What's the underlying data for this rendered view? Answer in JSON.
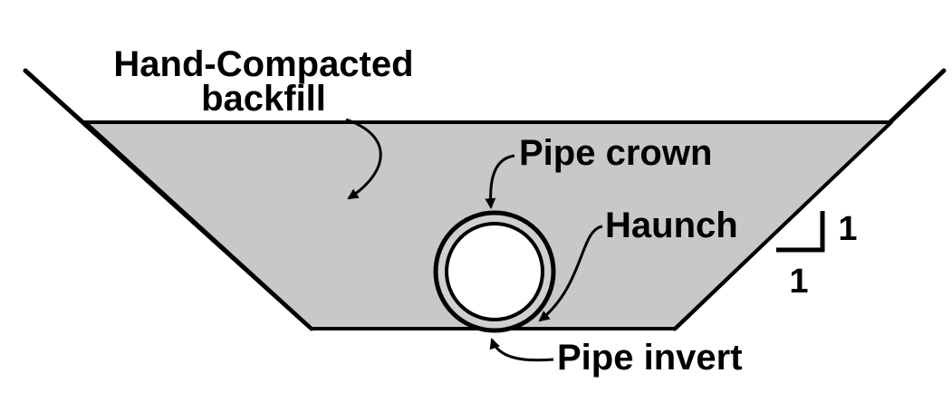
{
  "labels": {
    "backfill_line1": "Hand-Compacted",
    "backfill_line2": "backfill",
    "pipe_crown": "Pipe crown",
    "haunch": "Haunch",
    "pipe_invert": "Pipe invert",
    "slope_rise": "1",
    "slope_run": "1"
  },
  "colors": {
    "backfill_fill": "#c8c8c8",
    "stroke": "#000000",
    "pipe_interior": "#ffffff",
    "background": "#ffffff"
  }
}
